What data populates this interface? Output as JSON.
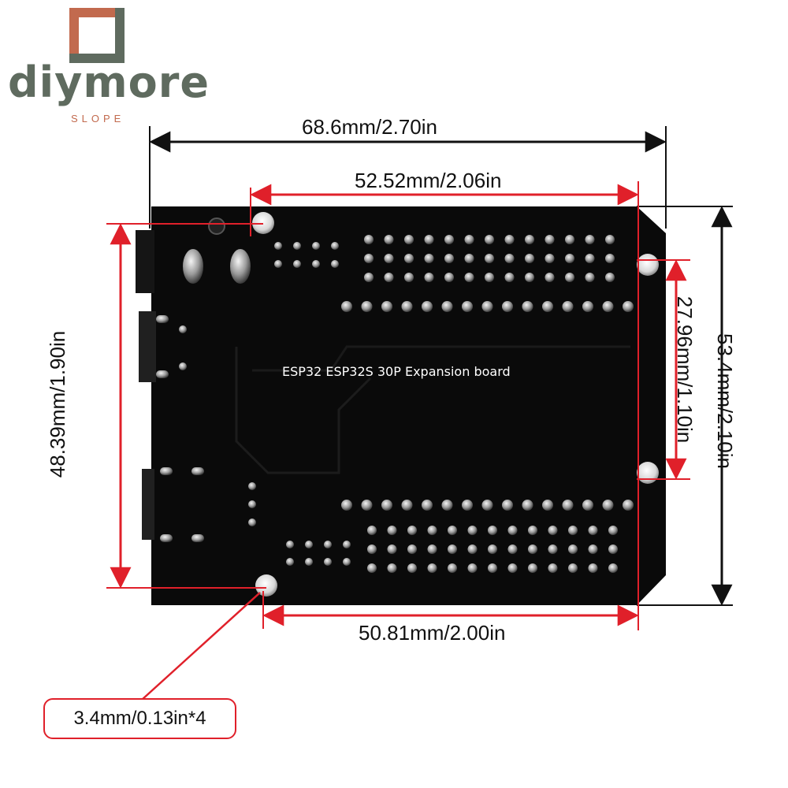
{
  "brand": {
    "name": "diymore",
    "tagline": "SLOPE"
  },
  "board": {
    "title": "ESP32 ESP32S 30P Expansion board"
  },
  "dimensions": {
    "overall_width": "68.6mm/2.70in",
    "hole_span_top": "52.52mm/2.06in",
    "hole_span_bottom": "50.81mm/2.00in",
    "overall_height": "53.4mm/2.10in",
    "hole_span_left": "48.39mm/1.90in",
    "hole_span_right": "27.96mm/1.10in",
    "mount_hole": "3.4mm/0.13in*4"
  },
  "colors": {
    "dimension_red": "#e0202a",
    "board": "#0a0a0a",
    "logo_orange": "#c26a4e",
    "logo_green": "#5f6b5f"
  }
}
